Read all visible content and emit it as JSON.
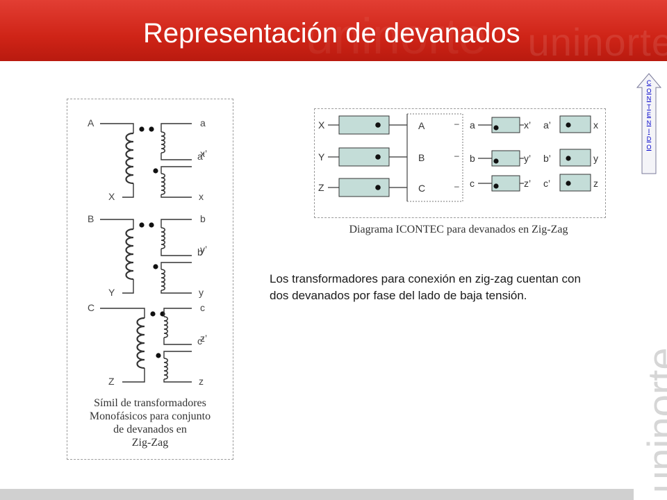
{
  "slide": {
    "title": "Representación de devanados",
    "watermark": "uninorte",
    "accent_color": "#cf2417"
  },
  "nav": {
    "contenido_letters": [
      "C",
      "O",
      "N",
      "T",
      "E",
      "N",
      "I",
      "D",
      "O"
    ],
    "icon": "up-arrow-icon"
  },
  "left_diagram": {
    "phases": [
      {
        "primary_top": "A",
        "primary_bottom": "X",
        "sec1_top": "a",
        "sec1_bottom": "x’",
        "sec2_top": "a’",
        "sec2_bottom": "x"
      },
      {
        "primary_top": "B",
        "primary_bottom": "Y",
        "sec1_top": "b",
        "sec1_bottom": "y’",
        "sec2_top": "b’",
        "sec2_bottom": "y"
      },
      {
        "primary_top": "C",
        "primary_bottom": "Z",
        "sec1_top": "c",
        "sec1_bottom": "z’",
        "sec2_top": "c’",
        "sec2_bottom": "z"
      }
    ],
    "caption_lines": [
      "Símil de transformadores",
      "Monofásicos para conjunto",
      "de devanados en",
      "Zig-Zag"
    ]
  },
  "zigzag_diagram": {
    "left_labels": [
      "X",
      "Y",
      "Z"
    ],
    "mid_labels": [
      "A",
      "B",
      "C"
    ],
    "dash": "–",
    "rows": [
      {
        "l1": "a",
        "r1": "x’",
        "l2": "a’",
        "r2": "x"
      },
      {
        "l1": "b",
        "r1": "y’",
        "l2": "b’",
        "r2": "y"
      },
      {
        "l1": "c",
        "r1": "z’",
        "l2": "c’",
        "r2": "z"
      }
    ],
    "caption": "Diagrama ICONTEC para devanados en Zig-Zag"
  },
  "body_text": "Los transformadores para conexión en zig-zag cuentan con dos devanados por fase del lado de baja tensión."
}
